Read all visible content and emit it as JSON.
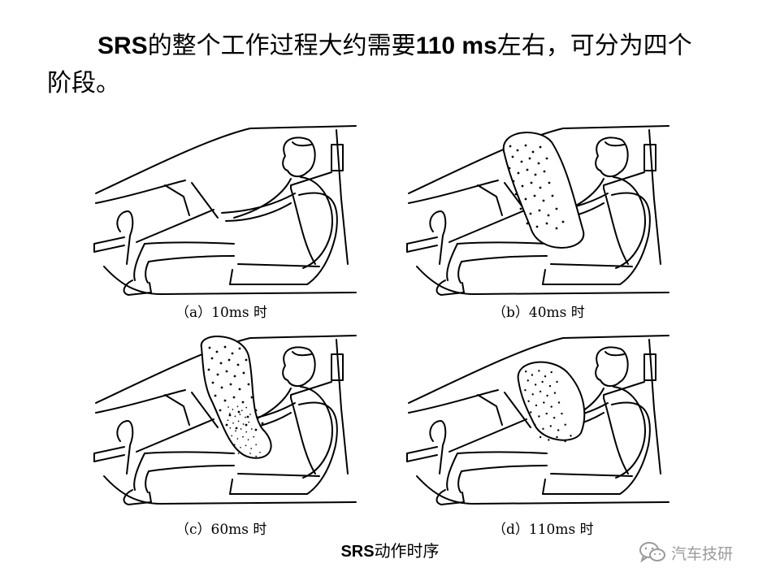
{
  "heading": {
    "line1_latin": "SRS",
    "line1_text": "的整个工作过程大约需要",
    "line1_duration": "110 ms",
    "line1_tail": "左右，可分为四个",
    "line2": "阶段。"
  },
  "panels": [
    {
      "caption": "（a）10ms 时",
      "stage": "airbag-stowed"
    },
    {
      "caption": "（b）40ms 时",
      "stage": "airbag-inflating"
    },
    {
      "caption": "（c）60ms 时",
      "stage": "airbag-full"
    },
    {
      "caption": "（d）110ms 时",
      "stage": "airbag-deflating"
    }
  ],
  "figure": {
    "title_latin": "SRS",
    "title_text": "动作时序"
  },
  "watermark": {
    "text": "汽车技研",
    "icon": "wechat-icon"
  }
}
